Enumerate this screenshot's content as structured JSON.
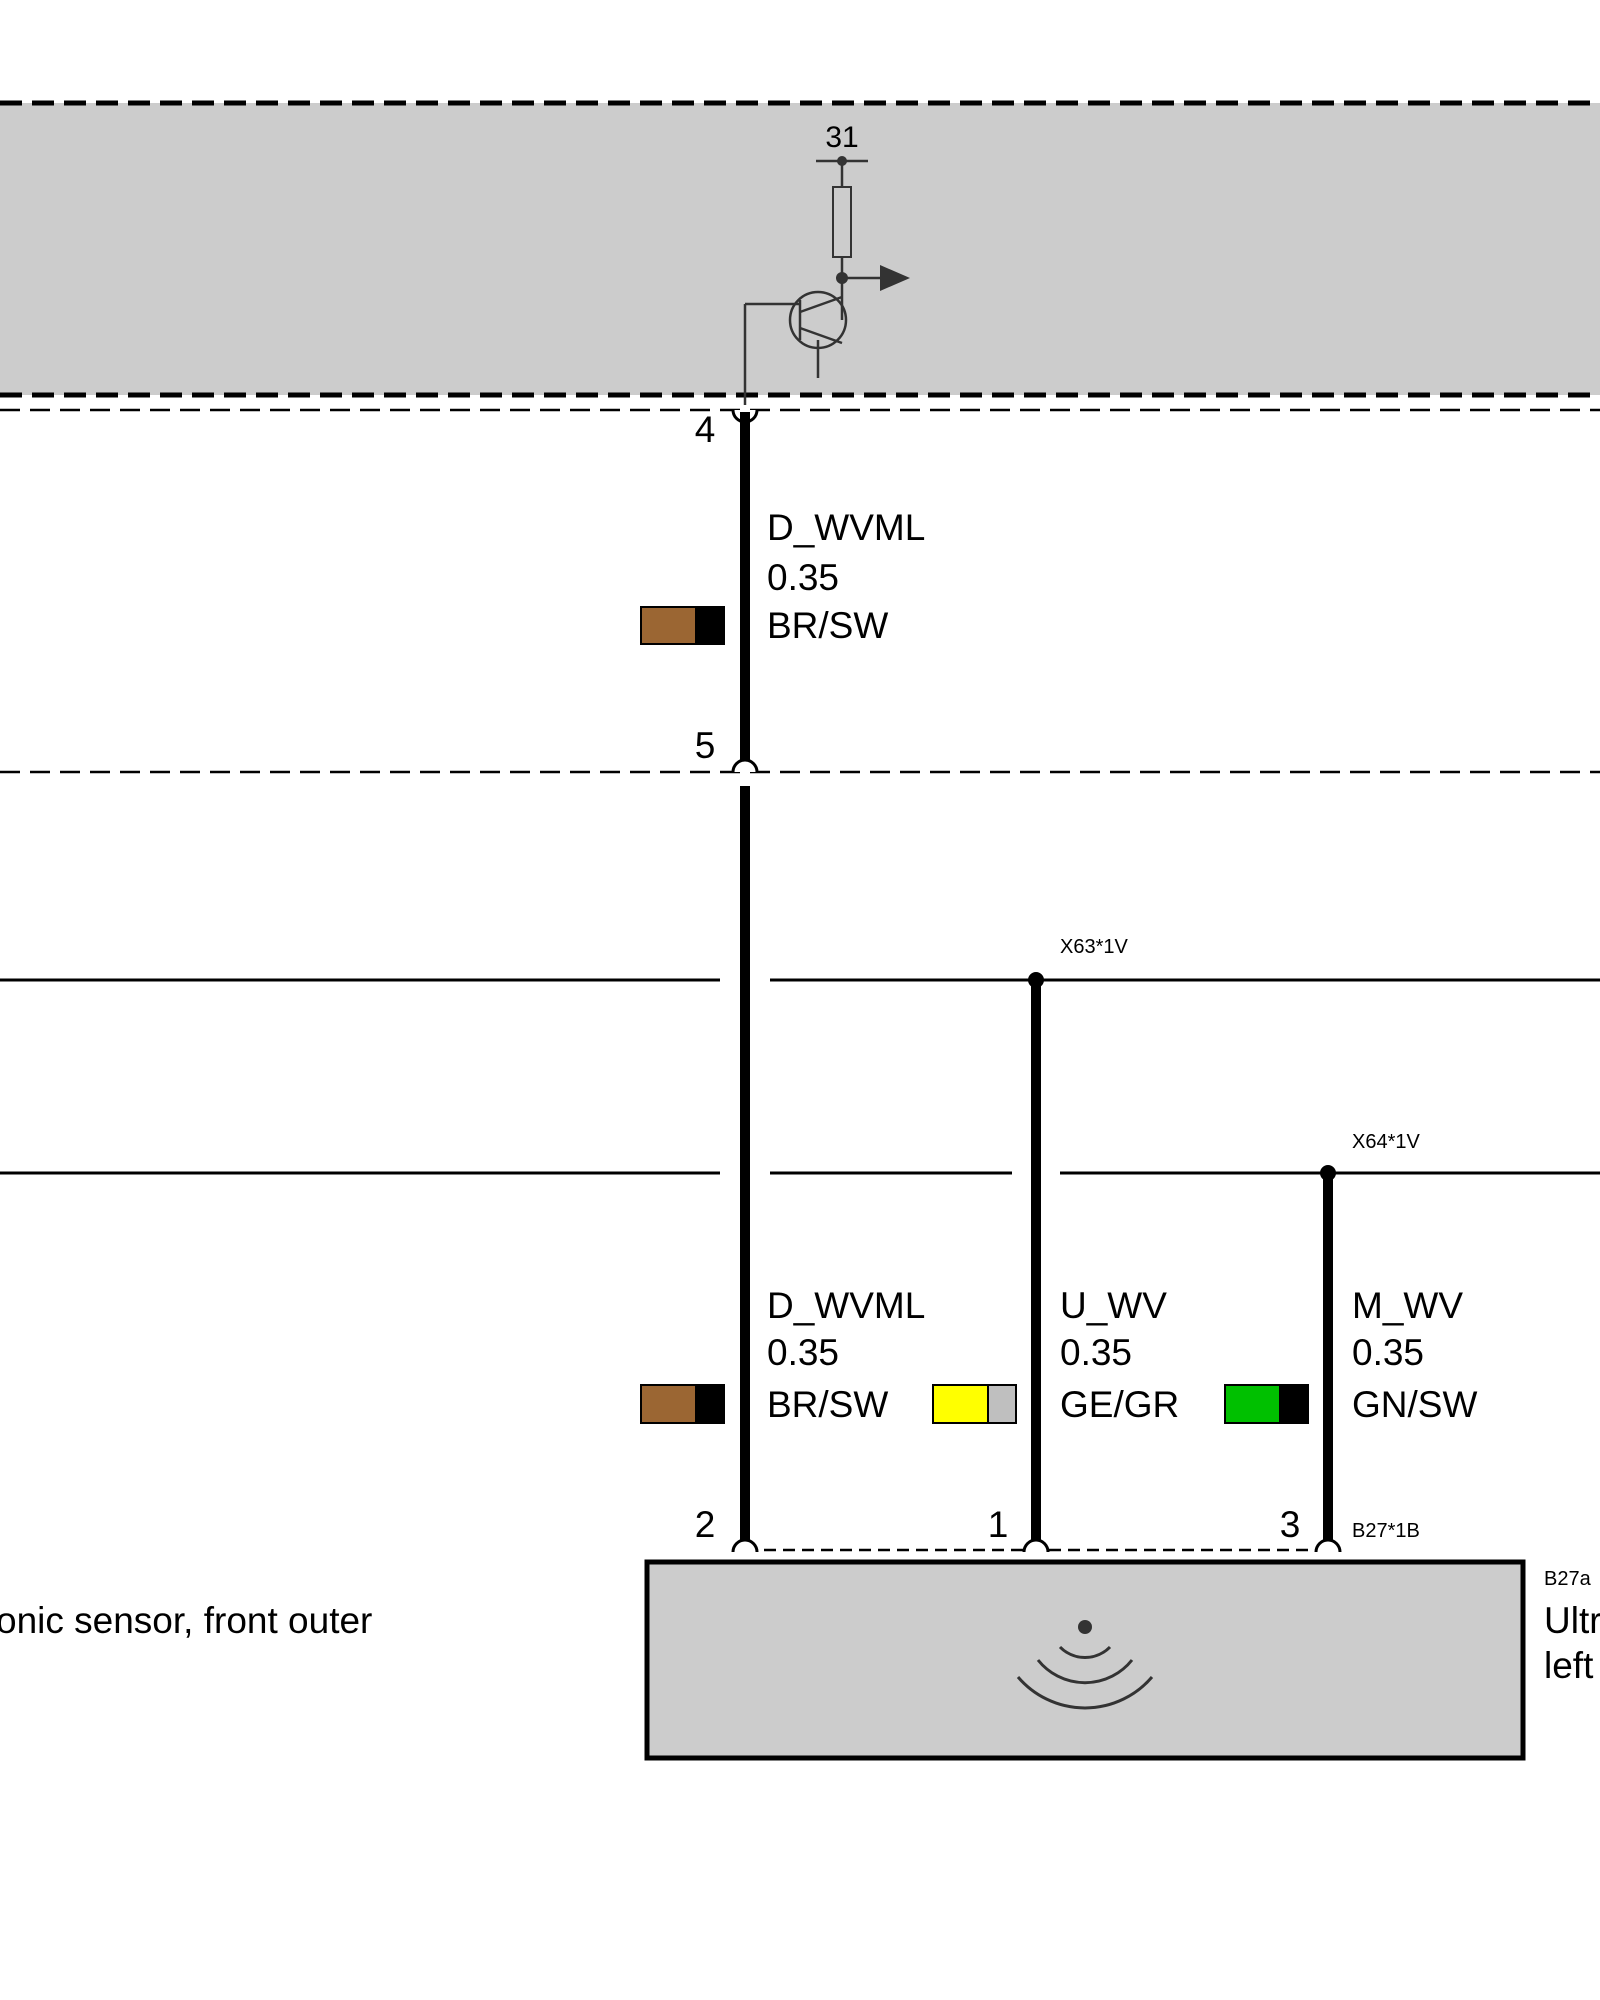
{
  "ground_terminal": "31",
  "wires": [
    {
      "id": "upper",
      "signal": "D_WVML",
      "gauge": "0.35",
      "color_code": "BR/SW",
      "colors": [
        "#9b6633",
        "#000000"
      ]
    },
    {
      "id": "lower-d",
      "signal": "D_WVML",
      "gauge": "0.35",
      "color_code": "BR/SW",
      "colors": [
        "#9b6633",
        "#000000"
      ]
    },
    {
      "id": "lower-u",
      "signal": "U_WV",
      "gauge": "0.35",
      "color_code": "GE/GR",
      "colors": [
        "#ffff00",
        "#bfbfbf"
      ]
    },
    {
      "id": "lower-m",
      "signal": "M_WV",
      "gauge": "0.35",
      "color_code": "GN/SW",
      "colors": [
        "#00c000",
        "#000000"
      ]
    }
  ],
  "pins": {
    "top_connector": "4",
    "junction": "5",
    "sensor_d": "2",
    "sensor_u": "1",
    "sensor_m": "3"
  },
  "connectors": {
    "x63": "X63*1V",
    "x64": "X64*1V",
    "b27_plug": "B27*1B"
  },
  "component": {
    "id": "B27a",
    "label_left": "onic sensor, front outer",
    "label_right_line1": "Ultr",
    "label_right_line2": "left",
    "icon": "ultrasonic-wave-icon"
  },
  "colors": {
    "module_fill": "#cccccc",
    "line": "#000000",
    "symbol": "#333333"
  }
}
